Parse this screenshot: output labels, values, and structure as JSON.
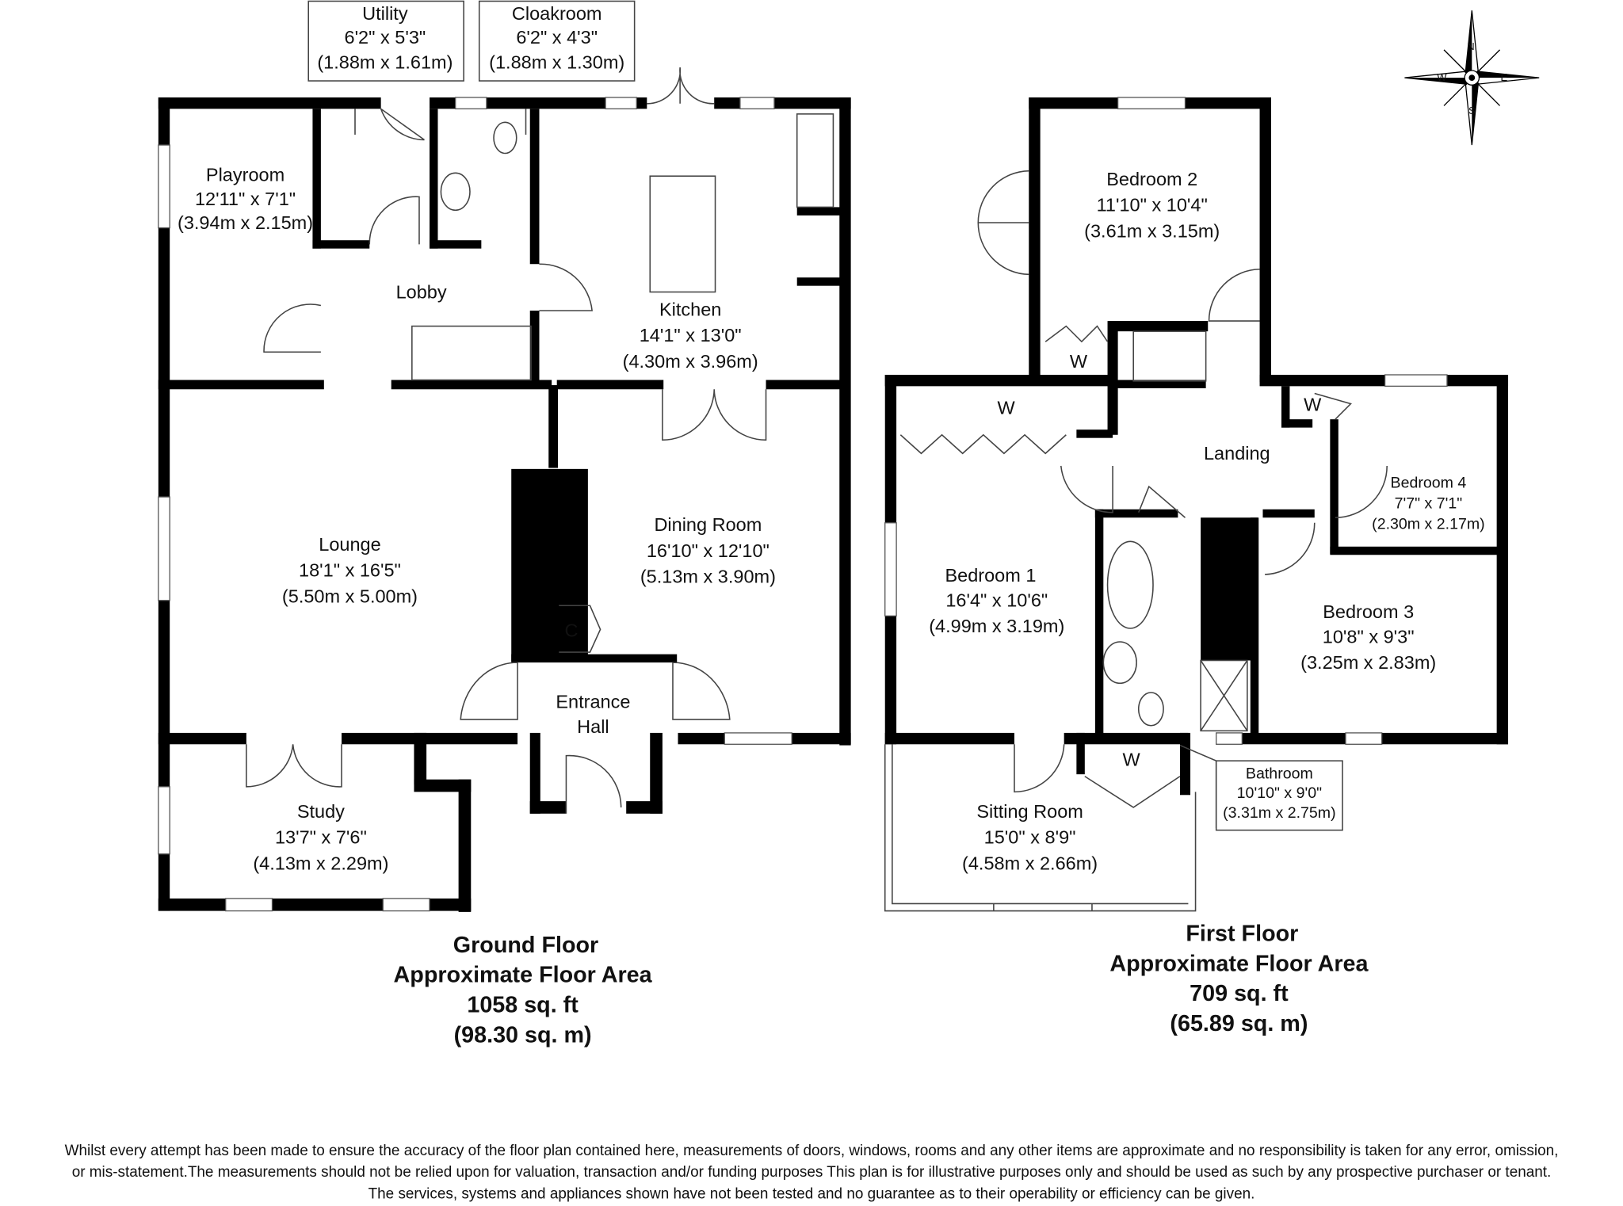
{
  "ground_floor": {
    "title": "Ground Floor",
    "area_label": "Approximate Floor Area",
    "area_sqft": "1058 sq. ft",
    "area_sqm": "(98.30 sq. m)",
    "rooms": {
      "utility": {
        "name": "Utility",
        "imperial": "6'2\" x 5'3\"",
        "metric": "(1.88m x 1.61m)"
      },
      "cloakroom": {
        "name": "Cloakroom",
        "imperial": "6'2\" x 4'3\"",
        "metric": "(1.88m x 1.30m)"
      },
      "playroom": {
        "name": "Playroom",
        "imperial": "12'11\" x 7'1\"",
        "metric": "(3.94m x 2.15m)"
      },
      "lobby": {
        "name": "Lobby"
      },
      "kitchen": {
        "name": "Kitchen",
        "imperial": "14'1\" x 13'0\"",
        "metric": "(4.30m x 3.96m)"
      },
      "lounge": {
        "name": "Lounge",
        "imperial": "18'1\" x 16'5\"",
        "metric": "(5.50m x 5.00m)"
      },
      "dining": {
        "name": "Dining Room",
        "imperial": "16'10\" x 12'10\"",
        "metric": "(5.13m x 3.90m)"
      },
      "entrance": {
        "name1": "Entrance",
        "name2": "Hall"
      },
      "study": {
        "name": "Study",
        "imperial": "13'7\" x 7'6\"",
        "metric": "(4.13m x 2.29m)"
      }
    },
    "cupboard_label": "C"
  },
  "first_floor": {
    "title": "First Floor",
    "area_label": "Approximate Floor Area",
    "area_sqft": "709 sq. ft",
    "area_sqm": "(65.89 sq. m)",
    "rooms": {
      "bedroom2": {
        "name": "Bedroom 2",
        "imperial": "11'10\" x 10'4\"",
        "metric": "(3.61m x 3.15m)"
      },
      "landing": {
        "name": "Landing"
      },
      "bedroom4": {
        "name": "Bedroom 4",
        "imperial": "7'7\" x 7'1\"",
        "metric": "(2.30m x 2.17m)"
      },
      "bedroom1": {
        "name": "Bedroom 1",
        "imperial": "16'4\" x 10'6\"",
        "metric": "(4.99m x 3.19m)"
      },
      "bedroom3": {
        "name": "Bedroom 3",
        "imperial": "10'8\" x 9'3\"",
        "metric": "(3.25m x 2.83m)"
      },
      "bathroom": {
        "name": "Bathroom",
        "imperial": "10'10\" x 9'0\"",
        "metric": "(3.31m x 2.75m)"
      },
      "sitting": {
        "name": "Sitting Room",
        "imperial": "15'0\" x 8'9\"",
        "metric": "(4.58m x 2.66m)"
      }
    },
    "wardrobe_label": "W"
  },
  "compass": {
    "n": "N",
    "s": "S",
    "e": "E",
    "w": "W"
  },
  "disclaimer": [
    "Whilst every attempt has been made to ensure the accuracy of the floor plan contained here, measurements of doors, windows, rooms and any other items are approximate and no responsibility is taken for any error, omission,",
    "or mis-statement.The measurements should not be relied upon for valuation, transaction and/or funding purposes This plan is for illustrative purposes only and should be used as such by any prospective purchaser or tenant.",
    "The services, systems and appliances shown have not been tested and no guarantee as to their operability or efficiency can be given."
  ]
}
